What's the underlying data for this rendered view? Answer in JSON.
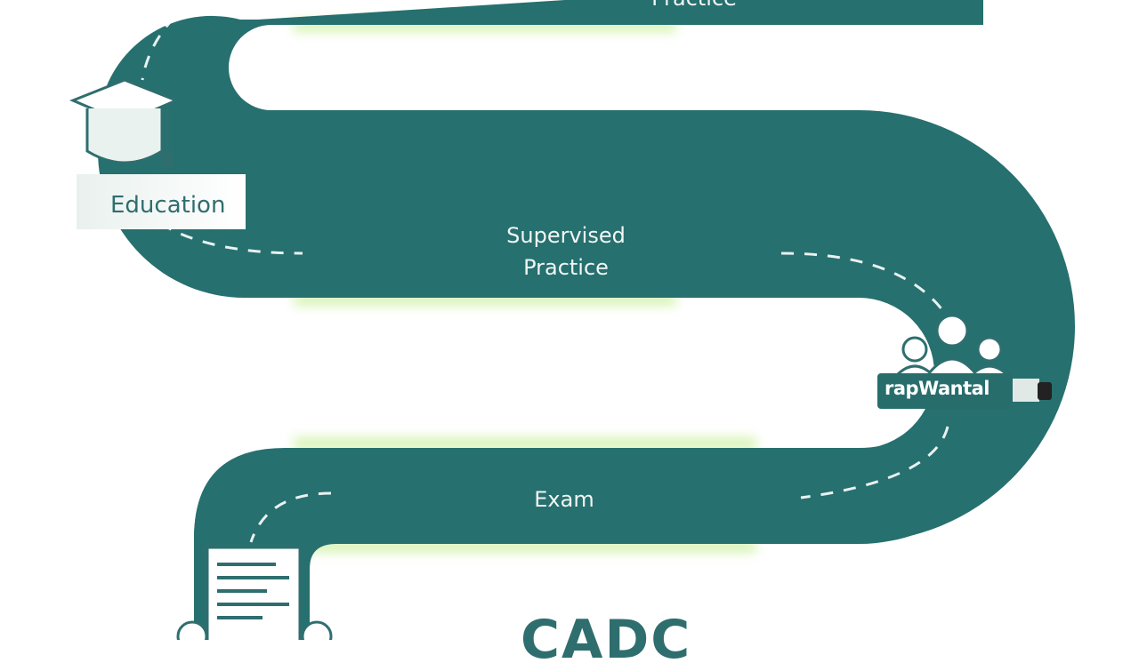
{
  "stages": {
    "top": "Practice",
    "education": "Education",
    "supervised_line1": "Supervised",
    "supervised_line2": "Practice",
    "badge": "rapWantal",
    "exam": "Exam",
    "final": "CADC"
  },
  "icons": {
    "education": "graduation-cap-icon",
    "people": "group-people-icon",
    "document": "document-checklist-icon"
  },
  "colors": {
    "road": "#26706f",
    "road_dashes": "#ffffff",
    "glow": "#a6e36a",
    "accent_text": "#2f6e6f"
  }
}
